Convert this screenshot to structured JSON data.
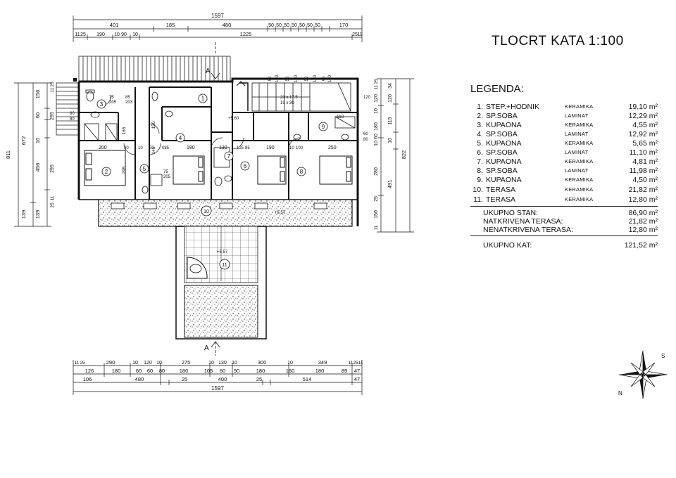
{
  "title": "TLOCRT KATA 1:100",
  "legend": {
    "heading": "LEGENDA:",
    "items": [
      {
        "no": "1.",
        "name": "STEP.+HODNIK",
        "material": "KERAMIKA",
        "area": "19,10 m²"
      },
      {
        "no": "2.",
        "name": "SP.SOBA",
        "material": "LAMINAT",
        "area": "12,29 m²"
      },
      {
        "no": "3.",
        "name": "KUPAONA",
        "material": "KERAMIKA",
        "area": "4,55 m²"
      },
      {
        "no": "4.",
        "name": "SP.SOBA",
        "material": "LAMINAT",
        "area": "12,92 m²"
      },
      {
        "no": "5.",
        "name": "KUPAONA",
        "material": "KERAMIKA",
        "area": "5,65 m²"
      },
      {
        "no": "6.",
        "name": "SP.SOBA",
        "material": "LAMINAT",
        "area": "11,10 m²"
      },
      {
        "no": "7.",
        "name": "KUPAONA",
        "material": "KERAMIKA",
        "area": "4,81 m²"
      },
      {
        "no": "8.",
        "name": "SP.SOBA",
        "material": "LAMINAT",
        "area": "11,98 m²"
      },
      {
        "no": "9.",
        "name": "KUPAONA",
        "material": "KERAMIKA",
        "area": "4,50 m²"
      },
      {
        "no": "10.",
        "name": "TERASA",
        "material": "KERAMIKA",
        "area": "21,82 m²"
      },
      {
        "no": "11.",
        "name": "TERASA",
        "material": "KERAMIKA",
        "area": "12,80 m²"
      }
    ],
    "totals": [
      {
        "label": "UKUPNO STAN:",
        "area": "86,90 m²"
      },
      {
        "label": "NATKRIVENA TERASA:",
        "area": "21,82 m²"
      },
      {
        "label": "NENATKRIVENA TERASA:",
        "area": "12,80 m²"
      }
    ],
    "grand_total": {
      "label": "UKUPNO KAT:",
      "area": "121,52 m²"
    }
  },
  "dimensions": {
    "top_total": "1597",
    "top_row1": [
      "401",
      "185",
      "480",
      "50",
      "50",
      "50",
      "50",
      "50",
      "50",
      "50",
      "170"
    ],
    "top_row2": [
      "11",
      "25",
      "190",
      "10",
      "90",
      "10",
      "1225",
      "25",
      "11"
    ],
    "bottom_row1": [
      "11",
      "25",
      "290",
      "10",
      "120",
      "10",
      "275",
      "10",
      "130",
      "10",
      "300",
      "10",
      "349",
      "11",
      "25",
      "11"
    ],
    "bottom_row2": [
      "126",
      "180",
      "60",
      "60",
      "80",
      "180",
      "105",
      "60",
      "90",
      "180",
      "160",
      "180",
      "89",
      "47"
    ],
    "bottom_row3": [
      "106",
      "480",
      "25",
      "400",
      "25",
      "514",
      "47"
    ],
    "bottom_total": "1597",
    "left_total": "811",
    "left_row1": [
      "672",
      "139"
    ],
    "left_row2": [
      "156",
      "60",
      "10",
      "456",
      "139"
    ],
    "left_row3": [
      "25",
      "11",
      "295",
      "295",
      "11",
      "25"
    ],
    "right_total": "822",
    "right_row1": [
      "491"
    ],
    "right_row2": [
      "25",
      "11",
      "120",
      "10",
      "180",
      "60",
      "10",
      "280",
      "25",
      "150",
      "11"
    ],
    "right_row3": [
      "34",
      "120",
      "115",
      "10"
    ]
  },
  "rooms": [
    "1",
    "2",
    "3",
    "4",
    "5",
    "6",
    "7",
    "8",
    "9",
    "10",
    "11"
  ],
  "interior_dims": {
    "d1": "75",
    "d2": "205",
    "d3": "85",
    "d4": "203",
    "d5": "200",
    "d6": "180",
    "d7": "130",
    "d8": "190",
    "d9": "250",
    "d10": "165",
    "d11": "295",
    "d12": "150",
    "d13": "145",
    "d14": "205",
    "d15": "75",
    "d16": "110",
    "d17": "60",
    "d18": "80",
    "d19": "+5.60",
    "d20": "+5.57",
    "d21": "21 x 17.5",
    "d22": "19 x 30",
    "d23": "120",
    "d24": "60",
    "d25": "80",
    "d26": "90",
    "d27": "10",
    "d28": "70",
    "d29": "085",
    "d30": "125",
    "d31": "85",
    "d32": "10",
    "d33": "100"
  },
  "section_marks": {
    "top": "A",
    "bottom": "A"
  },
  "compass": {
    "n": "N",
    "s": "S"
  }
}
